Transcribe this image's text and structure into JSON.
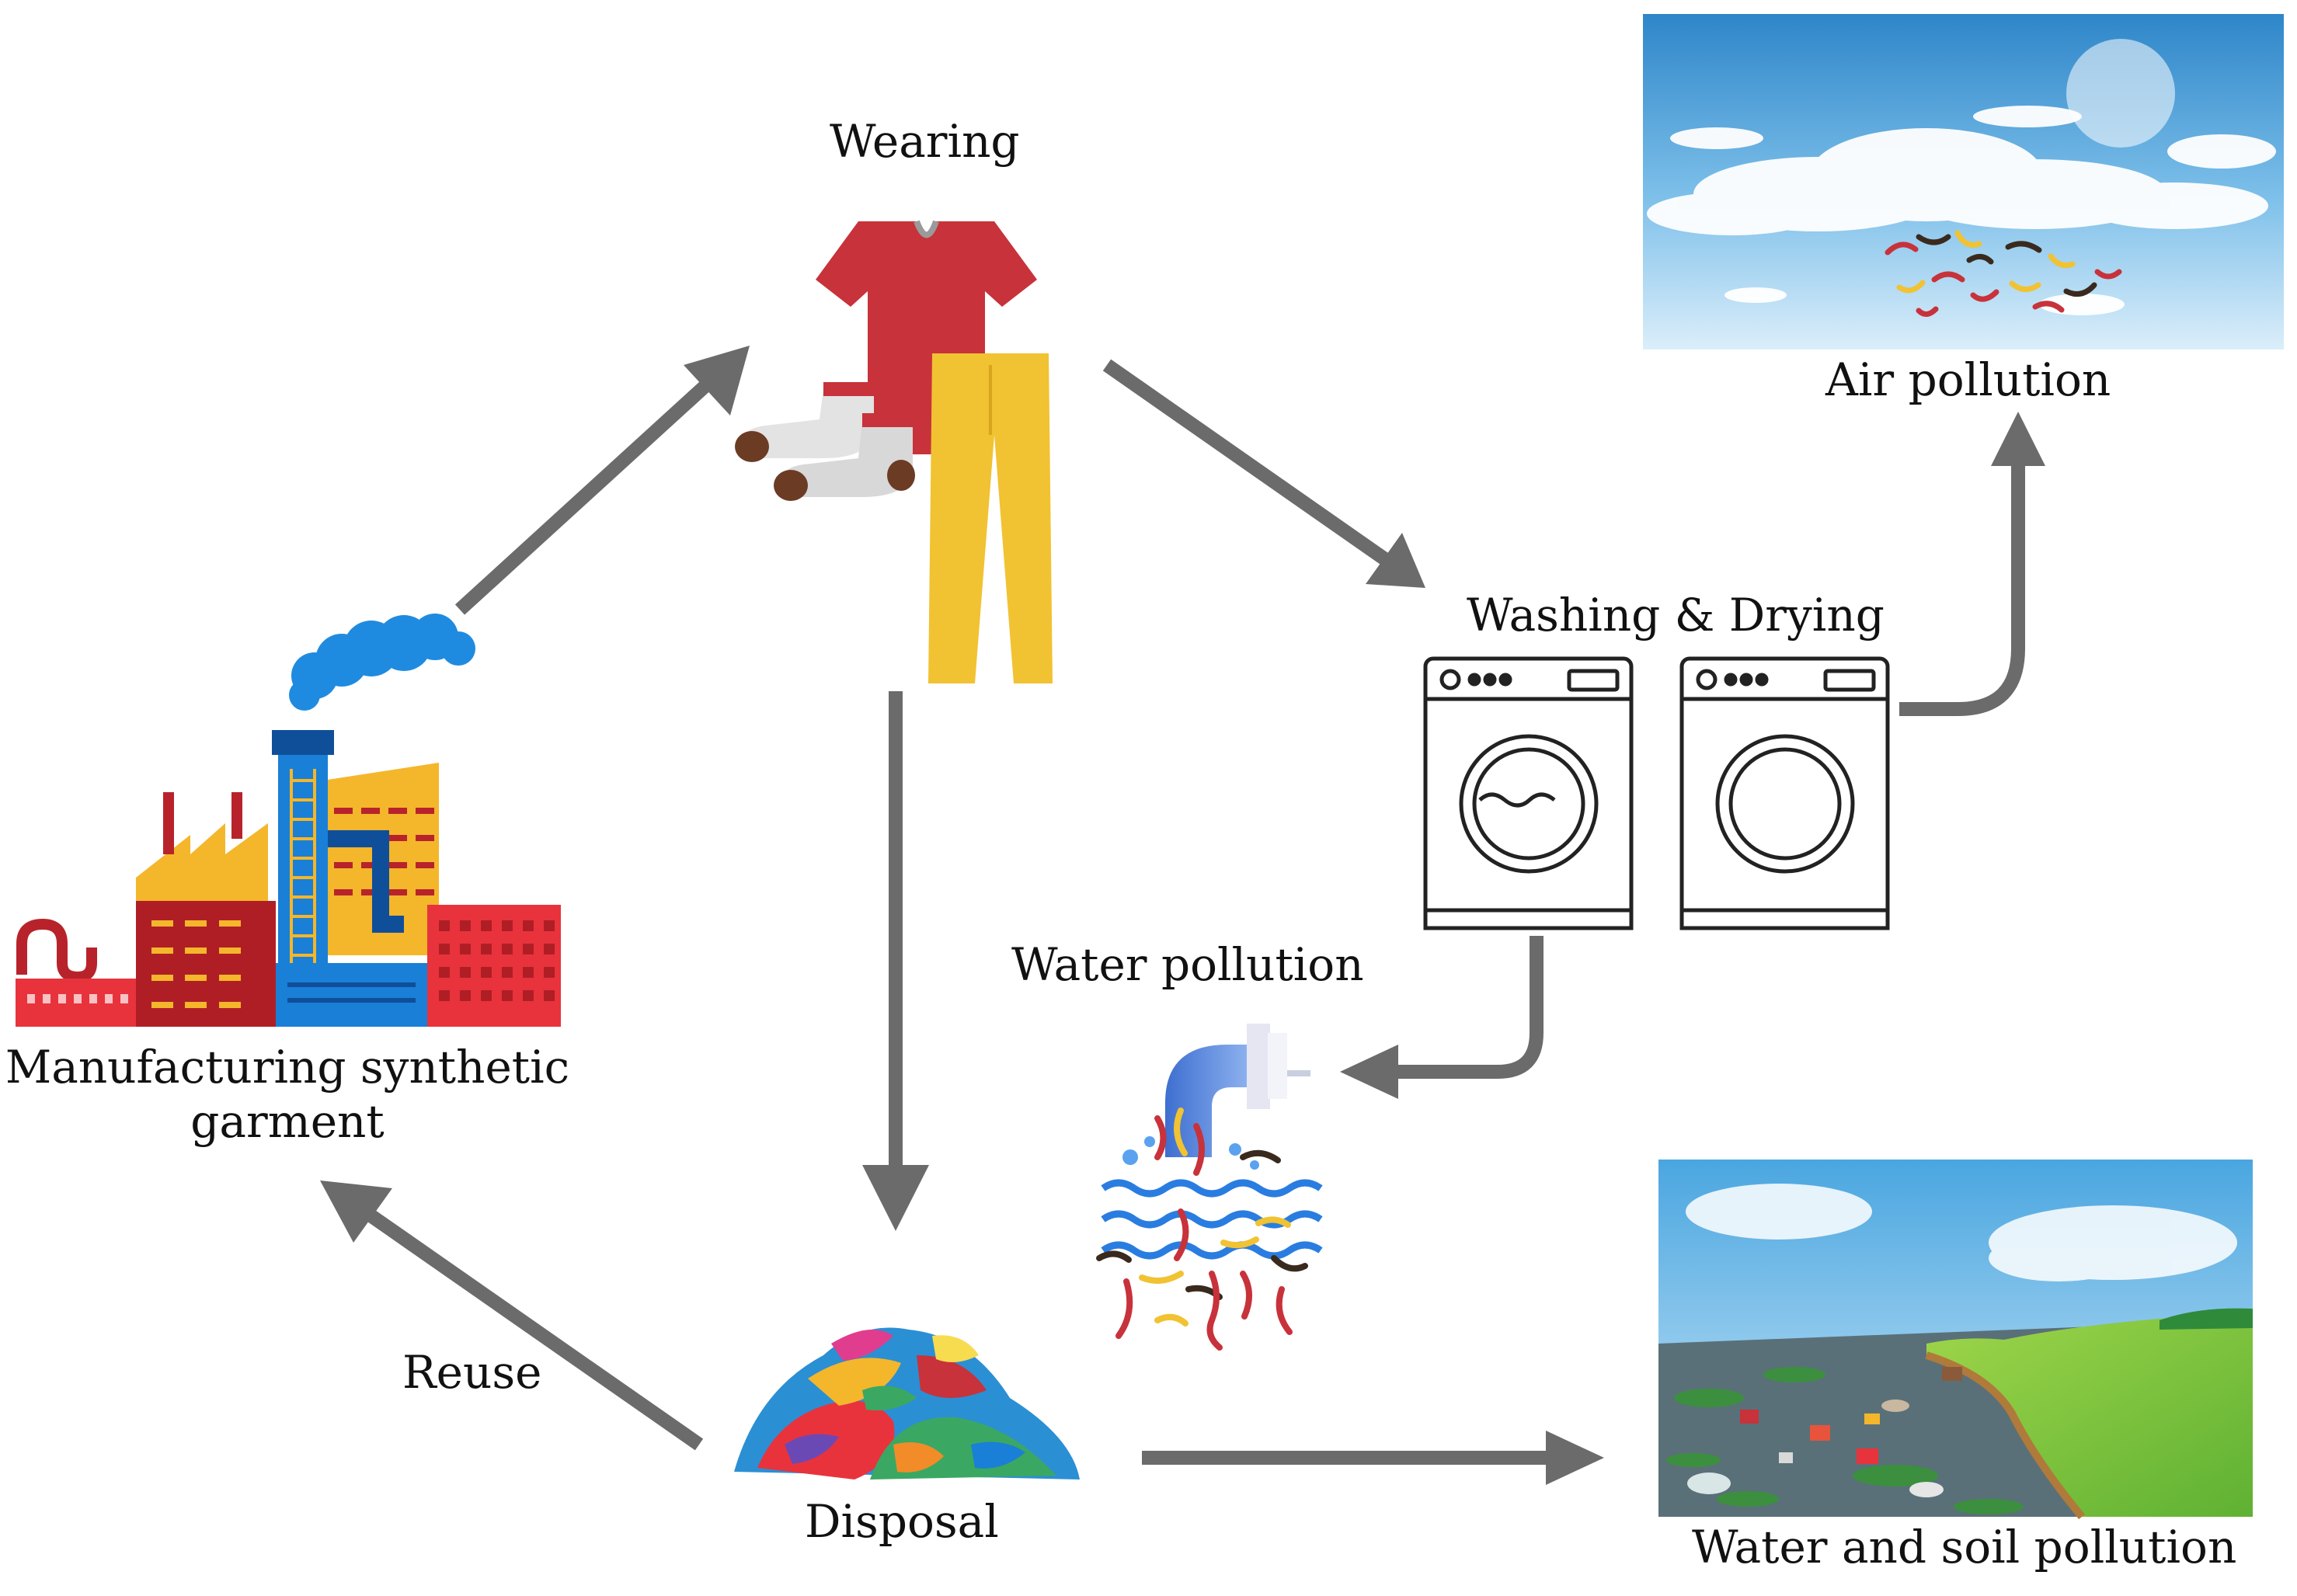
{
  "labels": {
    "wearing": "Wearing",
    "washing_drying": "Washing & Drying",
    "air_pollution": "Air pollution",
    "water_pollution": "Water pollution",
    "manufacturing_line1": "Manufacturing synthetic",
    "manufacturing_line2": "garment",
    "reuse": "Reuse",
    "disposal": "Disposal",
    "water_soil_pollution": "Water and soil pollution"
  },
  "colors": {
    "arrow": "#6b6b6b",
    "shirt": "#c8323a",
    "pants": "#f1c232",
    "sky": "#8fc8ee",
    "grass": "#7cc843",
    "water": "#5a7078",
    "factory_red": "#e8333c",
    "factory_yellow": "#f4b62b",
    "factory_blue": "#1a7fd6",
    "smoke": "#1f8be0"
  },
  "icons": {
    "factory": "factory-icon",
    "clothes": "clothes-icon",
    "washing_machine": "washing-machine-icon",
    "dryer": "dryer-icon",
    "pipe": "drain-pipe-icon",
    "clothes_pile": "clothes-pile-icon",
    "sky_scene": "sky-microfiber-scene",
    "lake_scene": "polluted-lake-scene"
  }
}
